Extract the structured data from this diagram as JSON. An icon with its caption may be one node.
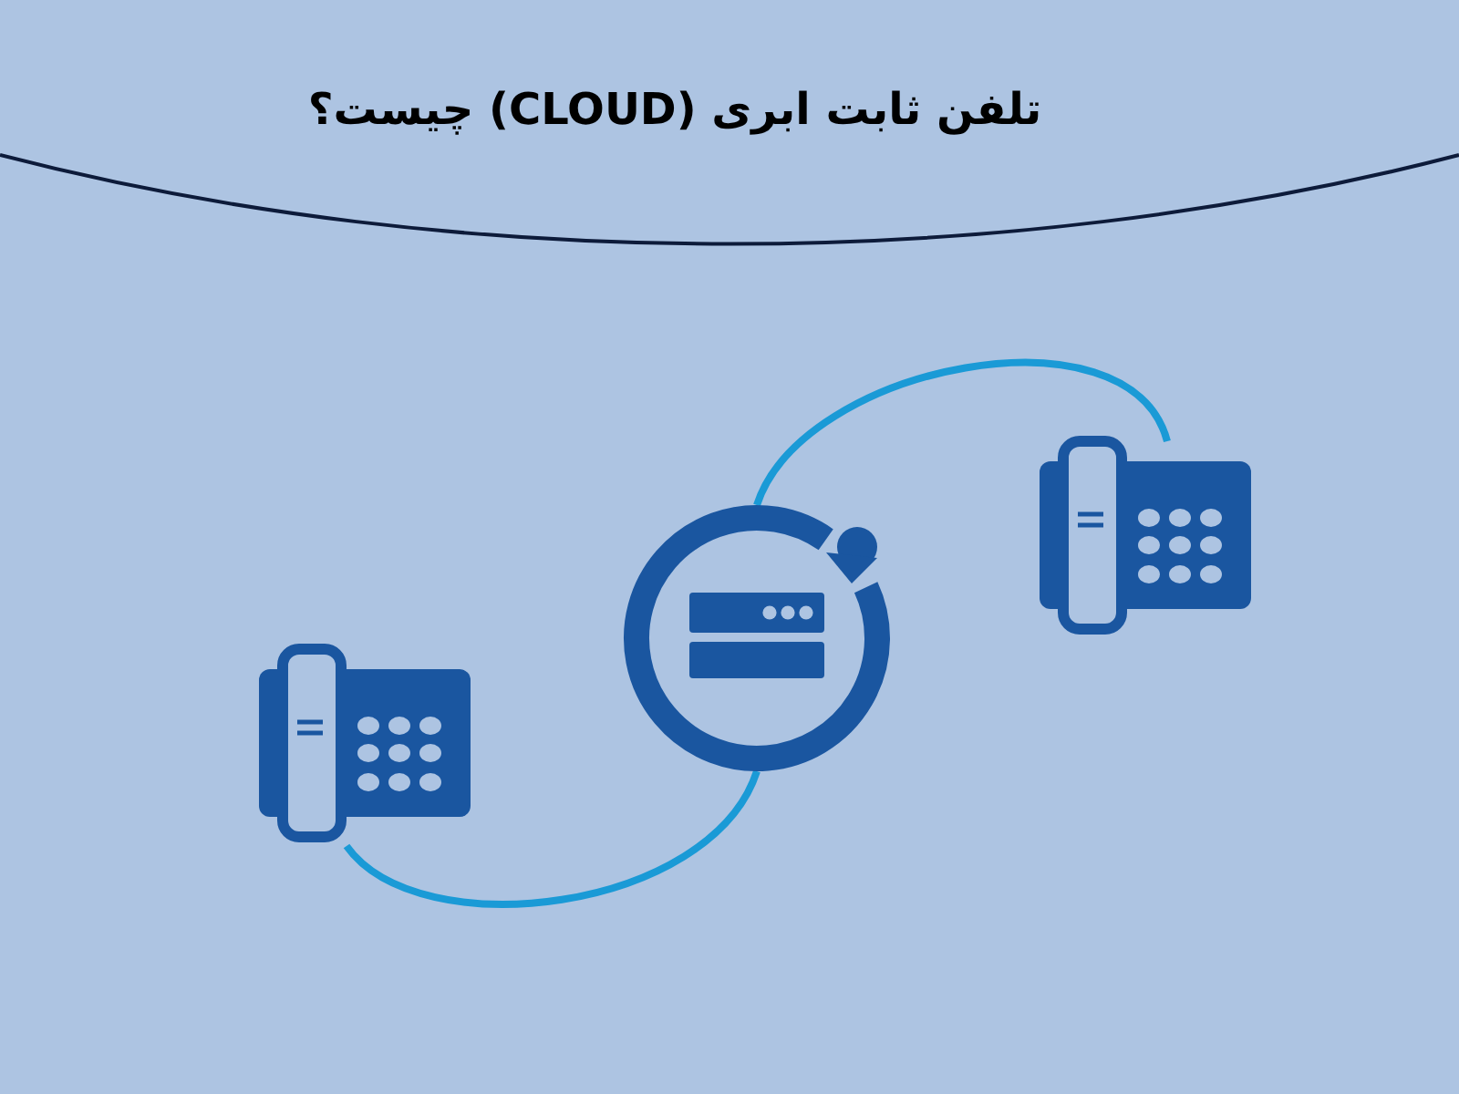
{
  "diagram": {
    "title": "تلفن ثابت ابری (CLOUD) چیست؟",
    "nodes": [
      {
        "text": [],
        "shape": "picture"
      },
      {
        "text": [],
        "shape": "picture"
      },
      {
        "text": [],
        "shape": "picture"
      }
    ],
    "edges": [
      {
        "from": 0,
        "to": 1,
        "arrow": "none"
      },
      {
        "from": 1,
        "to": 2,
        "arrow": "none"
      }
    ]
  }
}
